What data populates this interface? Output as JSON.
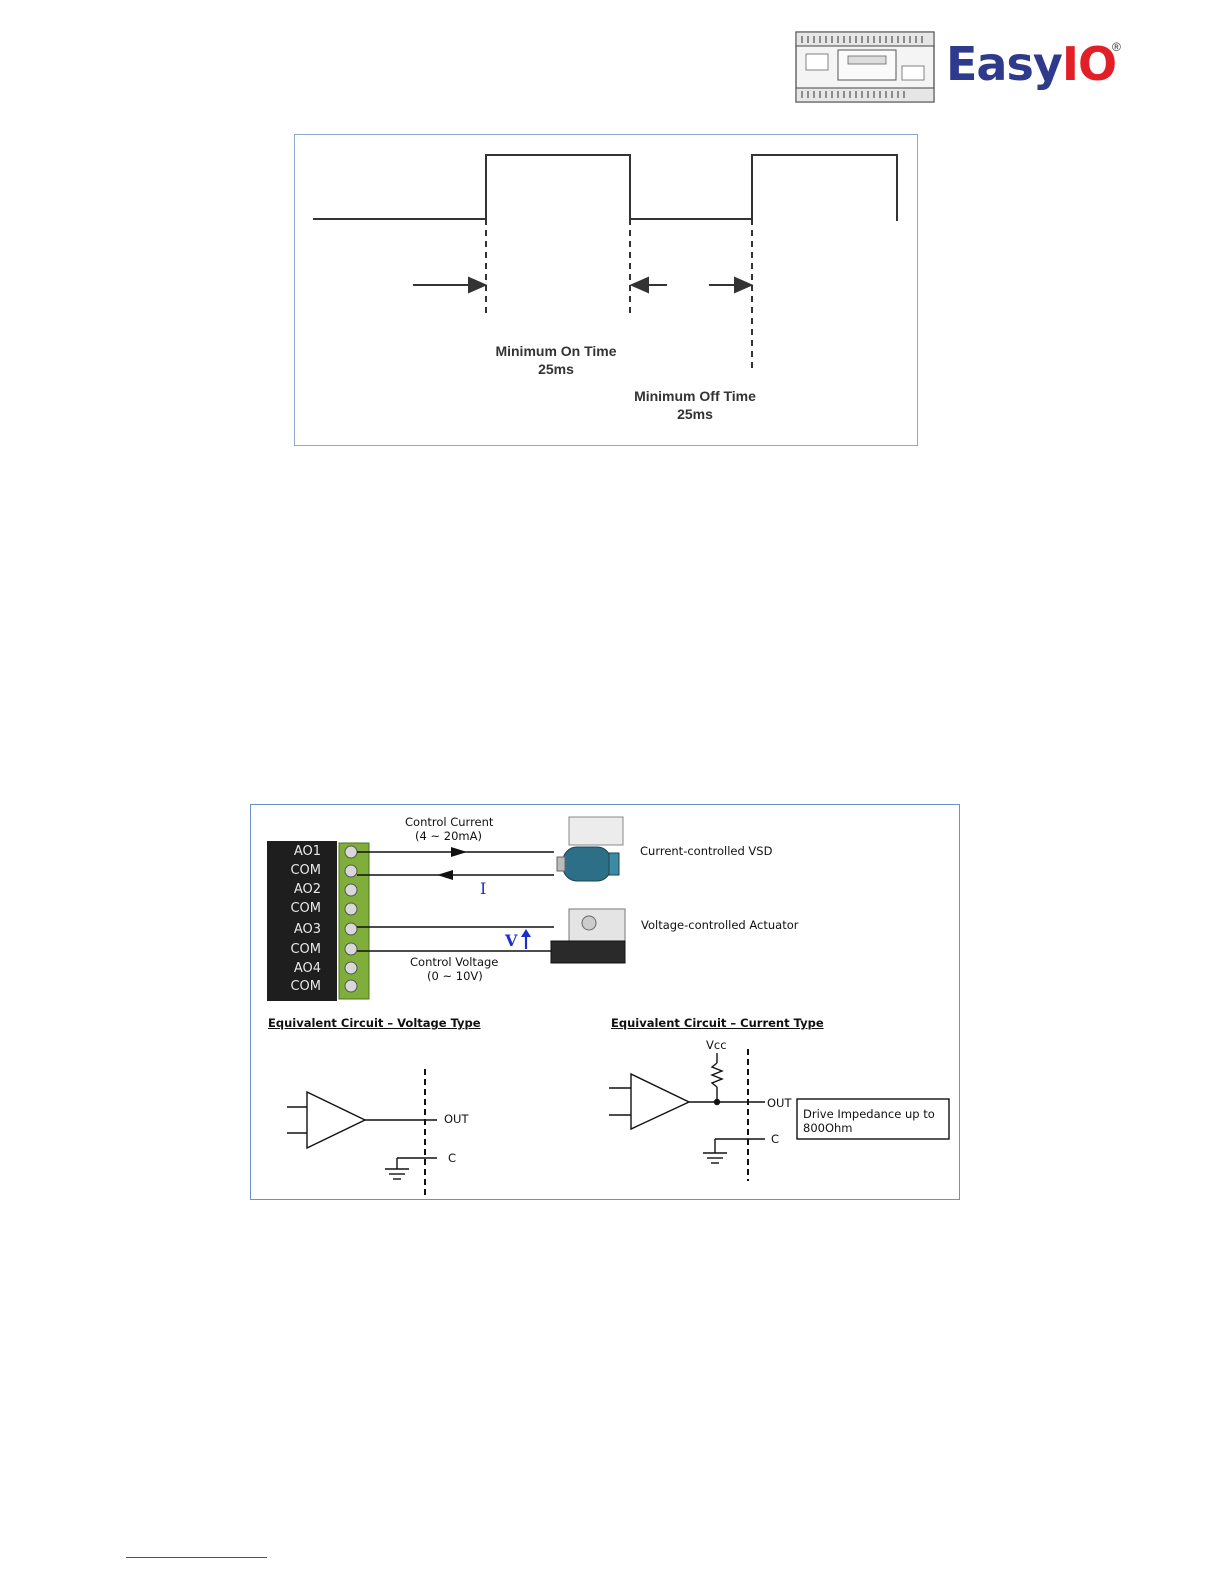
{
  "header": {
    "logo_text_easy": "Easy",
    "logo_text_io": "IO",
    "logo_registered": "®",
    "brand_blue": "#2e3a8c",
    "brand_red": "#e21f26"
  },
  "timing_figure": {
    "min_on_label": "Minimum On Time",
    "min_on_value": "25ms",
    "min_off_label": "Minimum Off Time",
    "min_off_value": "25ms"
  },
  "wiring_figure": {
    "terminals": [
      "AO1",
      "COM",
      "AO2",
      "COM",
      "AO3",
      "COM",
      "AO4",
      "COM"
    ],
    "control_current_label": "Control Current",
    "control_current_range": "(4 ~ 20mA)",
    "current_symbol": "I",
    "voltage_symbol": "V",
    "control_voltage_label": "Control Voltage",
    "control_voltage_range": "(0 ~ 10V)",
    "vsd_label": "Current-controlled VSD",
    "actuator_label": "Voltage-controlled Actuator",
    "voltage_circuit_heading": "Equivalent Circuit – Voltage Type",
    "current_circuit_heading": "Equivalent Circuit – Current Type",
    "out_label_v": "OUT",
    "c_label_v": "C",
    "vcc_label": "Vcc",
    "out_label_c": "OUT",
    "c_label_c": "C",
    "drive_impedance_line1": "Drive Impedance up to",
    "drive_impedance_line2": "800Ohm",
    "symbol_color": "#1a2fcc"
  }
}
